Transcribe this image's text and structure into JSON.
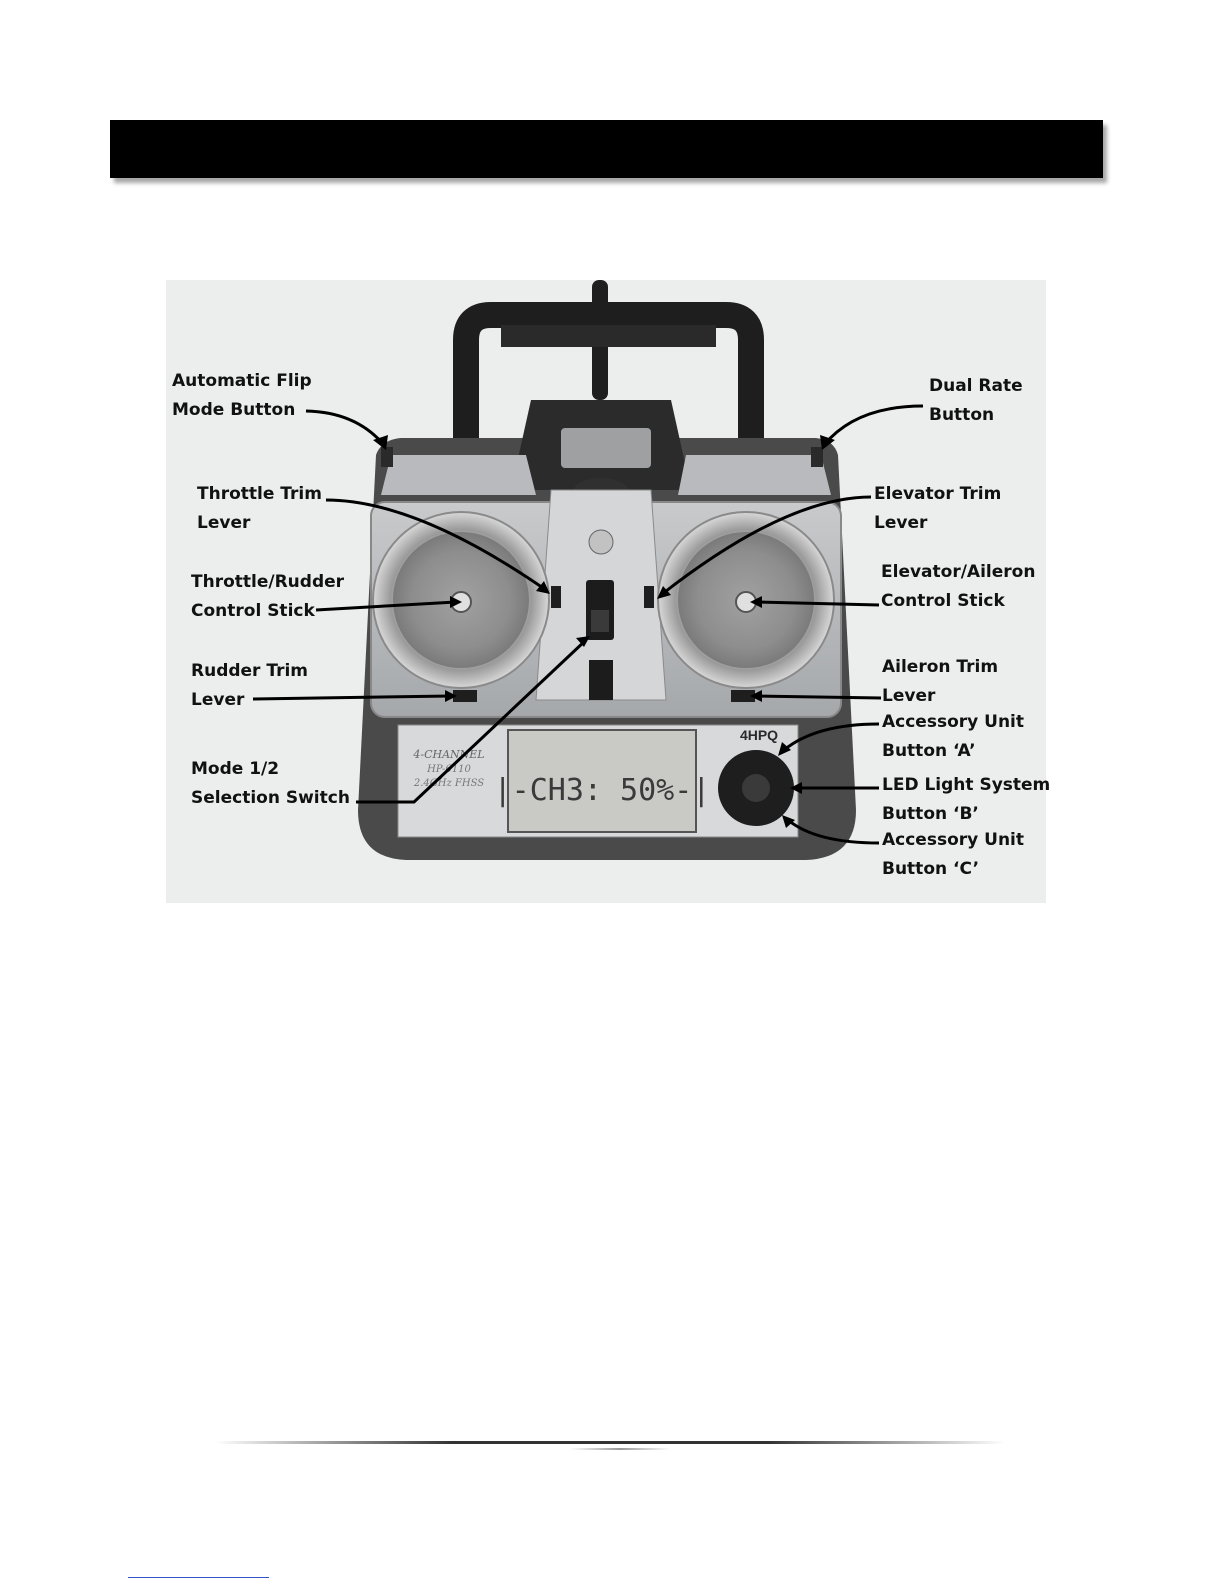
{
  "labels": {
    "flip_mode": [
      "Automatic Flip",
      "Mode Button"
    ],
    "dual_rate": [
      "Dual Rate",
      "Button"
    ],
    "throttle_trim": [
      "Throttle Trim",
      "Lever"
    ],
    "elevator_trim": [
      "Elevator Trim",
      "Lever"
    ],
    "throttle_rudder_stick": [
      "Throttle/Rudder",
      "Control Stick"
    ],
    "elevator_aileron_stick": [
      "Elevator/Aileron",
      "Control Stick"
    ],
    "rudder_trim": [
      "Rudder Trim",
      "Lever"
    ],
    "aileron_trim": [
      "Aileron Trim",
      "Lever"
    ],
    "accessory_a": [
      "Accessory Unit",
      "Button ‘A’"
    ],
    "mode_switch": [
      "Mode 1/2",
      "Selection Switch"
    ],
    "led_light_b": [
      "LED Light System",
      "Button ‘B’"
    ],
    "accessory_c": [
      "Accessory Unit",
      "Button ‘C’"
    ]
  },
  "device": {
    "model": "4HPQ",
    "lcd_reading": "|-CH3: 50%-|",
    "faceplate_text": [
      "4-CHANNEL",
      "HP-6110",
      "2.4GHz FHSS"
    ],
    "colors": {
      "body": "#5e5e5e",
      "panel": "#b4b6b9",
      "lcd": "#c9cac6",
      "background": "#eceded"
    }
  }
}
